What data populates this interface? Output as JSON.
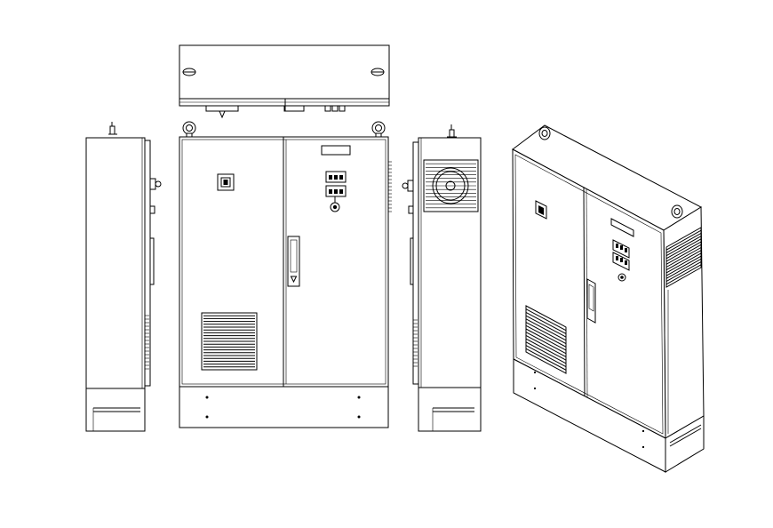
{
  "drawing": {
    "views": [
      {
        "id": "top",
        "name": "top-view"
      },
      {
        "id": "left",
        "name": "left-side-view"
      },
      {
        "id": "front",
        "name": "front-view"
      },
      {
        "id": "right",
        "name": "right-side-view"
      },
      {
        "id": "iso",
        "name": "isometric-view"
      }
    ],
    "line_color": "#000000",
    "background": "#ffffff",
    "louver_count_front": 20,
    "louver_count_side": 14
  }
}
